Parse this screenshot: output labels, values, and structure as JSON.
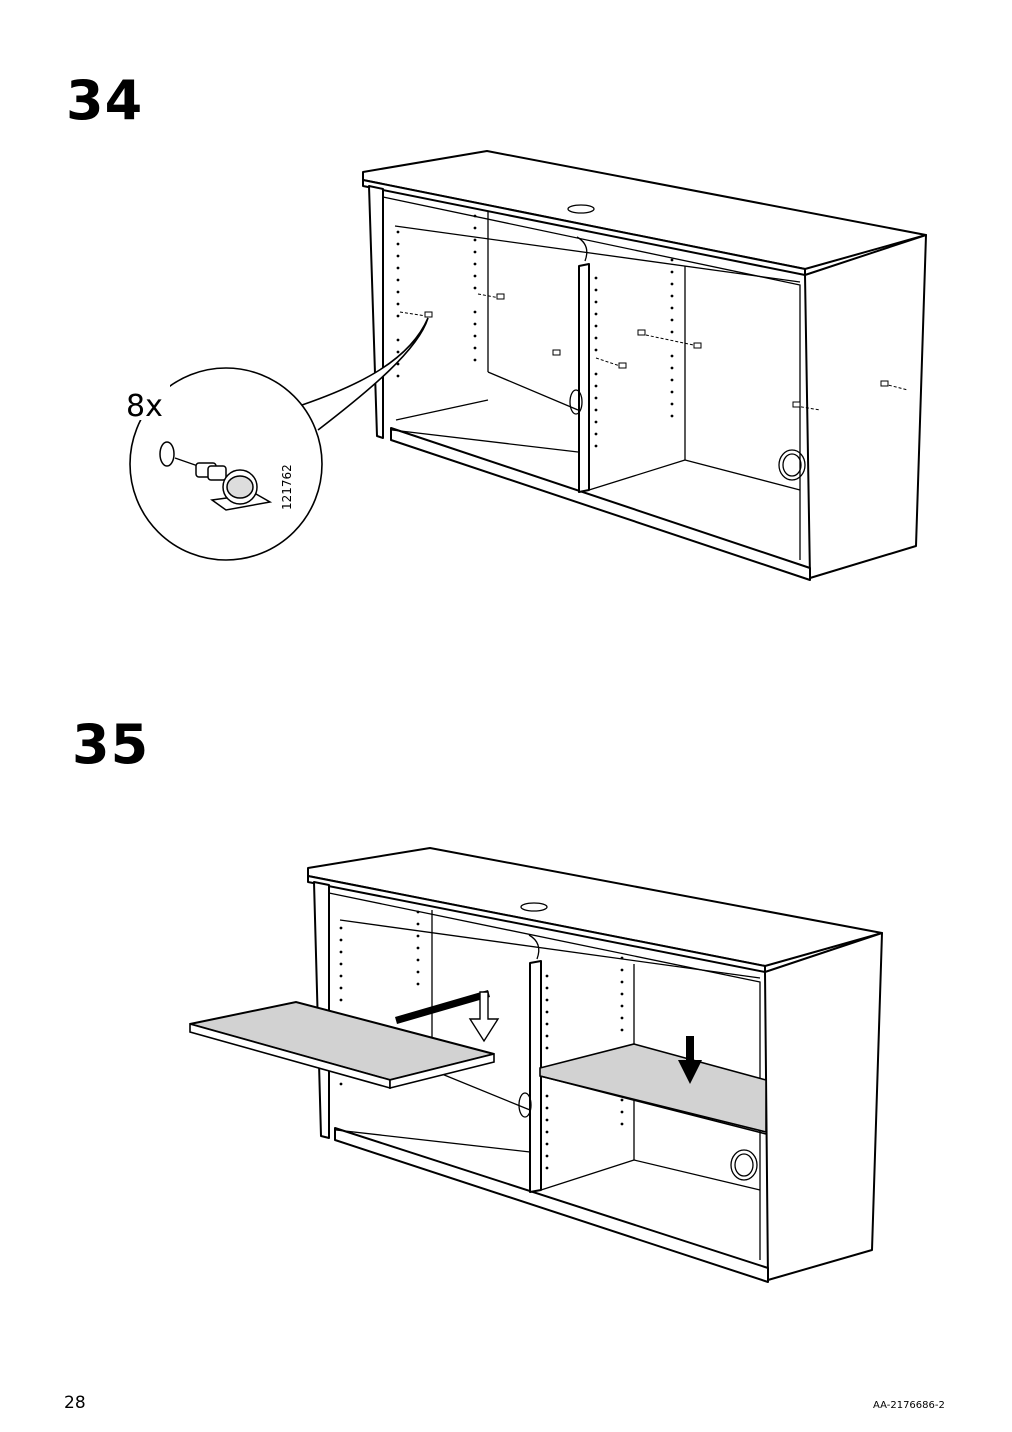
{
  "steps": [
    {
      "number": "34",
      "callout": {
        "quantity": "8x",
        "part_number": "121762"
      },
      "icons": [
        "shelf-pin-icon",
        "drill-hole-icon"
      ]
    },
    {
      "number": "35",
      "icons": [
        "down-arrow-outline-icon",
        "down-arrow-solid-icon",
        "shelf-board-icon"
      ],
      "colors": {
        "shelf_fill": "#d2d2d2"
      }
    }
  ],
  "footer": {
    "page_number": "28",
    "document_code": "AA-2176686-2"
  }
}
